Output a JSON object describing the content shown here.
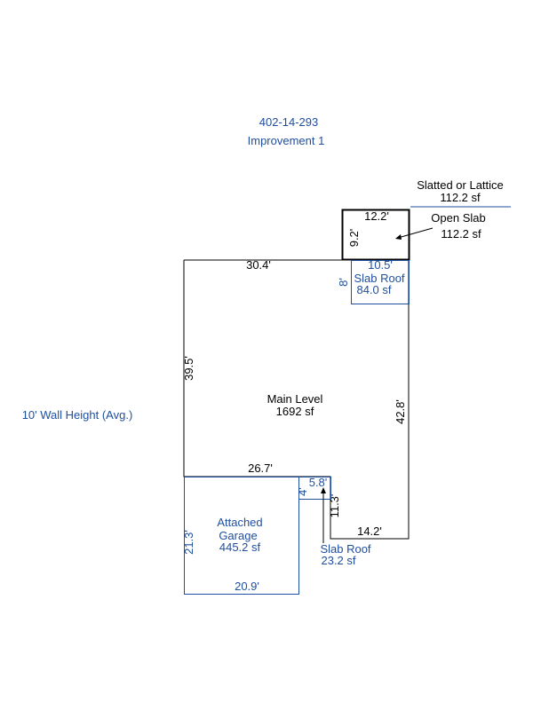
{
  "header": {
    "parcel_id": "402-14-293",
    "improvement": "Improvement 1"
  },
  "wall_height_note": "10' Wall Height (Avg.)",
  "areas": {
    "slatted": {
      "label": "Slatted or Lattice",
      "area": "112.2 sf"
    },
    "open_slab": {
      "label": "Open Slab",
      "area": "112.2 sf"
    },
    "slab_roof_top": {
      "label": "Slab Roof",
      "area": "84.0 sf"
    },
    "main_level": {
      "label": "Main Level",
      "area": "1692 sf"
    },
    "attached_garage": {
      "label_line1": "Attached",
      "label_line2": "Garage",
      "area": "445.2 sf"
    },
    "slab_roof_bottom": {
      "label": "Slab Roof",
      "area": "23.2 sf"
    }
  },
  "dimensions": {
    "main_top": "30.4'",
    "main_left": "39.5'",
    "main_right": "42.8'",
    "main_mid": "26.7'",
    "main_step": "11.3'",
    "main_bottom": "14.2'",
    "open_slab_width": "12.2'",
    "open_slab_height": "9.2'",
    "slab_roof_top_width": "10.5'",
    "slab_roof_top_height": "8'",
    "garage_left": "21.3'",
    "garage_bottom": "20.9'",
    "slab_roof_bottom_width": "5.8'",
    "slab_roof_bottom_height": "4'"
  },
  "colors": {
    "outline": "#000000",
    "accent": "#1f4fa0"
  }
}
